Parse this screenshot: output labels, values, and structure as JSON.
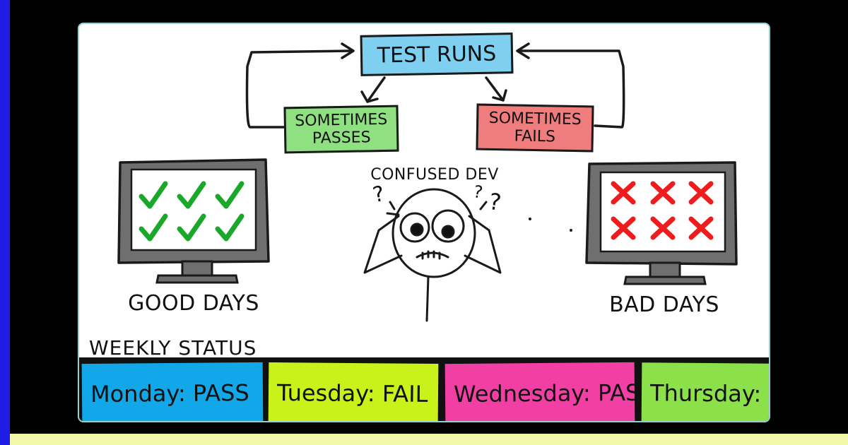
{
  "flow": {
    "top": "TEST RUNS",
    "pass_line1": "SOMETIMES",
    "pass_line2": "PASSES",
    "fail_line1": "SOMETIMES",
    "fail_line2": "FAILS"
  },
  "monitors": {
    "good_label": "GOOD DAYS",
    "bad_label": "BAD DAYS"
  },
  "dev": {
    "label": "CONFUSED DEV",
    "q1": "?",
    "q2": "?",
    "q3": "?"
  },
  "weekly": {
    "title": "WEEKLY STATUS",
    "days": [
      {
        "text": "Monday: PASS",
        "color": "#12a7e8"
      },
      {
        "text": "Tuesday: FAIL",
        "color": "#c9f21a"
      },
      {
        "text": "Wednesday: PASS",
        "color": "#f23fa3"
      },
      {
        "text": "Thursday: F",
        "color": "#8ce04a"
      }
    ]
  },
  "colors": {
    "flow_top": "#7fd0f0",
    "flow_pass": "#8fe080",
    "flow_fail": "#f07d7d",
    "check": "#19a82a",
    "cross": "#ee1c1c",
    "monitor": "#6f6f6f",
    "screen": "#ffffff",
    "bg": "#000000",
    "left_edge": "#1f1ce6",
    "bottom_strip": "#f1f9a8"
  }
}
